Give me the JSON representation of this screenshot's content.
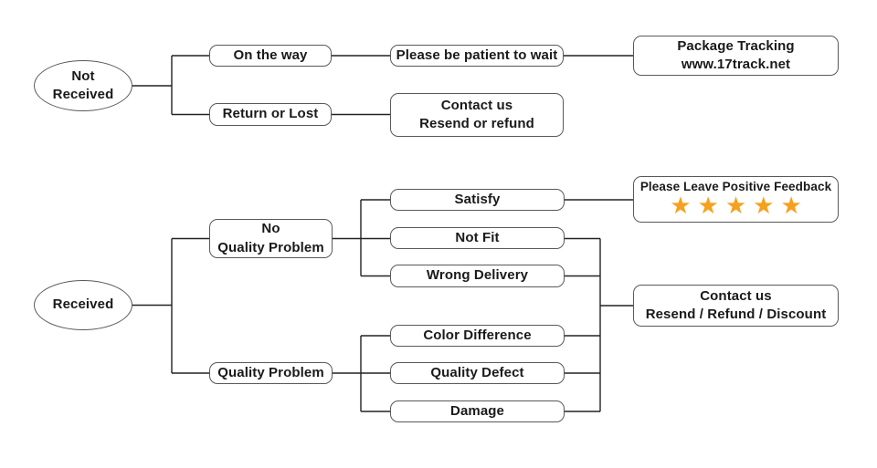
{
  "flowchart": {
    "colors": {
      "star": "#F7A01D",
      "connector_line": "#222222",
      "box_border": "#595959",
      "text": "#1a1a1a",
      "background": "#ffffff"
    },
    "nodes": {
      "not_received": {
        "lines": [
          "Not",
          "Received"
        ]
      },
      "received": {
        "label": "Received"
      },
      "on_the_way": {
        "label": "On the way"
      },
      "return_or_lost": {
        "label": "Return or Lost"
      },
      "please_be_patient": {
        "label": "Please be patient to wait"
      },
      "contact_resend_refund": {
        "lines": [
          "Contact us",
          "Resend or refund"
        ]
      },
      "package_tracking": {
        "lines": [
          "Package Tracking",
          "www.17track.net"
        ]
      },
      "no_quality_problem": {
        "lines": [
          "No",
          "Quality Problem"
        ]
      },
      "quality_problem": {
        "label": "Quality Problem"
      },
      "satisfy": {
        "label": "Satisfy"
      },
      "not_fit": {
        "label": "Not Fit"
      },
      "wrong_delivery": {
        "label": "Wrong Delivery"
      },
      "color_difference": {
        "label": "Color Difference"
      },
      "quality_defect": {
        "label": "Quality Defect"
      },
      "damage": {
        "label": "Damage"
      },
      "positive_feedback": {
        "label": "Please Leave Positive Feedback",
        "stars": "★★★★★",
        "star_count": 5
      },
      "contact_resend_refund_discount": {
        "lines": [
          "Contact us",
          "Resend / Refund / Discount"
        ]
      }
    }
  }
}
